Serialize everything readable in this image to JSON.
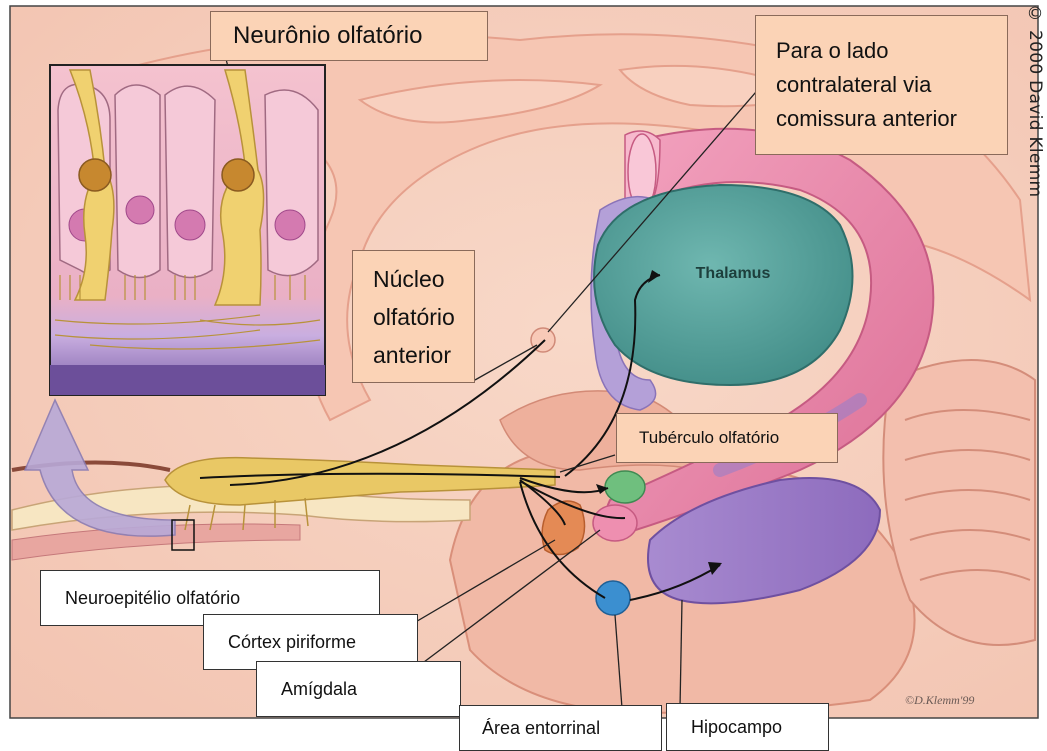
{
  "labels": {
    "olfactory_neuron": "Neurônio olfatório",
    "contralateral": [
      "Para o lado",
      "contralateral via",
      "comissura anterior"
    ],
    "anterior_nucleus": [
      "Núcleo",
      "olfatório",
      "anterior"
    ],
    "thalamus": "Thalamus",
    "olfactory_tubercle": "Tubérculo olfatório",
    "neuroepithelium": "Neuroepitélio olfatório",
    "piriform_cortex": "Córtex piriforme",
    "amygdala": "Amígdala",
    "entorhinal_area": "Área entorrinal",
    "hippocampus": "Hipocampo"
  },
  "copyright": "© 2000 David Klemm",
  "signature": "©D.Klemm'99",
  "colors": {
    "label_fill": "#fbd3b6",
    "brain_pink": "#f3b9a3",
    "thalamus": "#4f9e98",
    "fornix": "#e67aa0",
    "hippocampus": "#9b7ac4",
    "olfactory_bulb": "#e8c861",
    "tubercle": "#6fbf7e",
    "entorhinal": "#3b8fd0",
    "piriform": "#e48a55"
  }
}
